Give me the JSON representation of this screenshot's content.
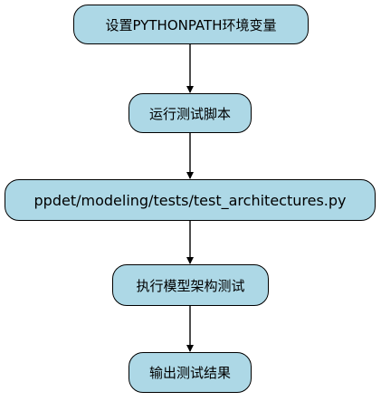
{
  "diagram": {
    "node_fill": "#add8e6",
    "nodes": [
      {
        "id": "n1",
        "label": "设置PYTHONPATH环境变量"
      },
      {
        "id": "n2",
        "label": "运行测试脚本"
      },
      {
        "id": "n3",
        "label": "ppdet/modeling/tests/test_architectures.py"
      },
      {
        "id": "n4",
        "label": "执行模型架构测试"
      },
      {
        "id": "n5",
        "label": "输出测试结果"
      }
    ],
    "edges": [
      {
        "from": "n1",
        "to": "n2"
      },
      {
        "from": "n2",
        "to": "n3"
      },
      {
        "from": "n3",
        "to": "n4"
      },
      {
        "from": "n4",
        "to": "n5"
      }
    ]
  }
}
